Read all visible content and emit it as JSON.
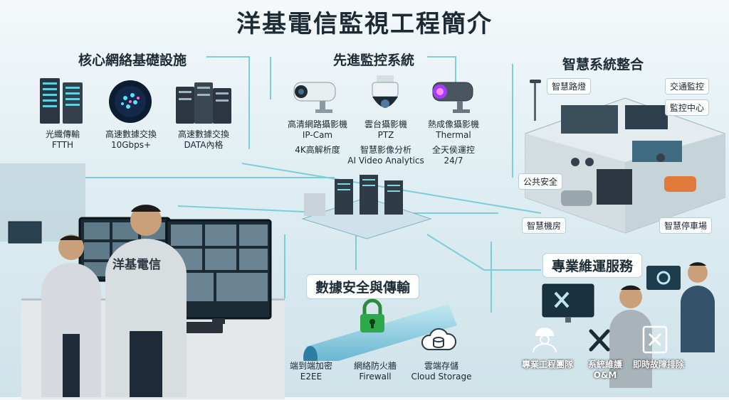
{
  "title": "洋基電信監視工程簡介",
  "sections": {
    "infrastructure": {
      "title": "核心網絡基礎設施",
      "items": [
        {
          "line1": "光纖傳輸",
          "line2": "FTTH"
        },
        {
          "line1": "高速數據交換",
          "line2": "10Gbps+"
        },
        {
          "line1": "高速數據交換",
          "line2": "DATA內格"
        }
      ]
    },
    "surveillance": {
      "title": "先進監控系統",
      "items": [
        {
          "line1": "高清網路攝影機",
          "line2": "IP-Cam",
          "line3": "4K高解析度"
        },
        {
          "line1": "雲台攝影機",
          "line2": "PTZ",
          "line3": "智慧影像分析",
          "line4": "AI Video Analytics"
        },
        {
          "line1": "熱成像攝影機",
          "line2": "Thermal",
          "line3": "全天侯運控",
          "line4": "24/7"
        }
      ]
    },
    "smart": {
      "title": "智慧系統整合",
      "tags": [
        "智慧路燈",
        "交通監控",
        "公共安全",
        "監控中心",
        "智慧機房",
        "智慧停車場"
      ]
    },
    "security": {
      "title": "數據安全與傳輸",
      "items": [
        {
          "line1": "端到端加密",
          "line2": "E2EE"
        },
        {
          "line1": "網絡防火牆",
          "line2": "Firewall"
        },
        {
          "line1": "雲端存儲",
          "line2": "Cloud Storage"
        }
      ]
    },
    "maintenance": {
      "title": "專業維運服務",
      "items": [
        {
          "line1": "專業工程團隊"
        },
        {
          "line1": "系統維護",
          "line2": "O&M"
        },
        {
          "line1": "即時故障排除"
        }
      ]
    }
  },
  "shirt_text": "洋基電信",
  "colors": {
    "accent": "#1aa6b7",
    "dark": "#1c2a33",
    "green": "#2ea84a"
  }
}
